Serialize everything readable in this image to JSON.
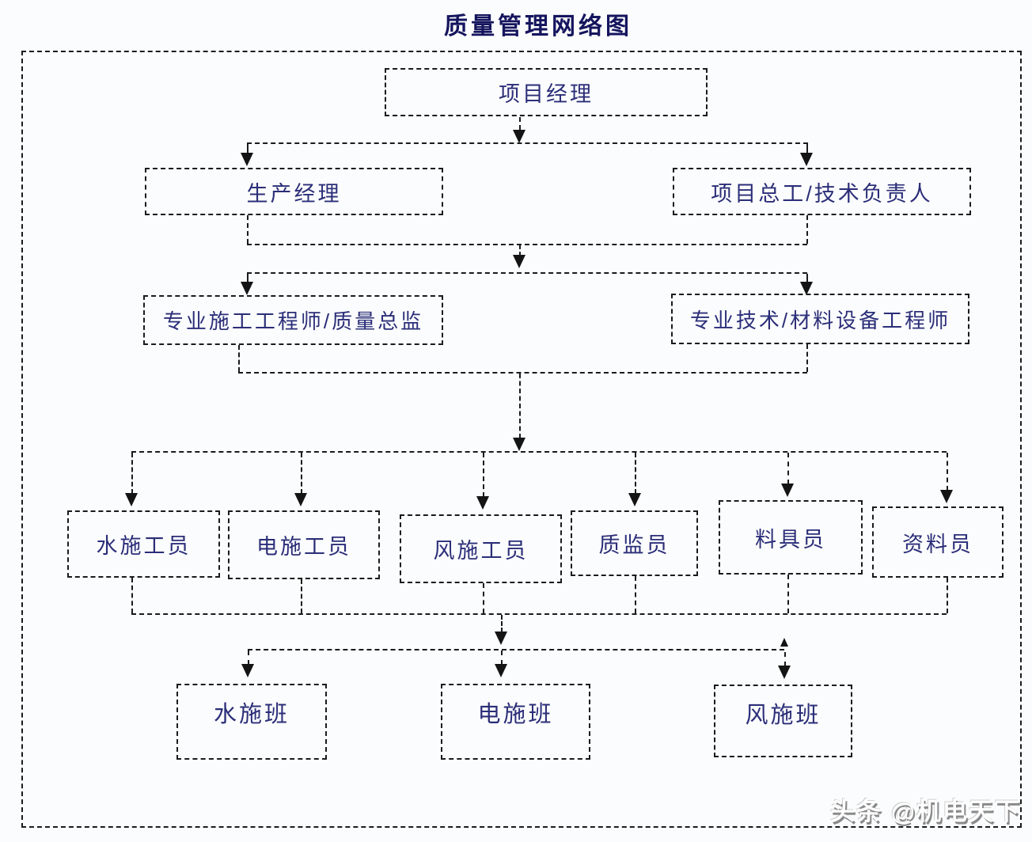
{
  "title": {
    "text": "质量管理网络图"
  },
  "nodes": [
    {
      "id": "project-manager",
      "label": "项目经理"
    },
    {
      "id": "production-manager",
      "label": "生产经理"
    },
    {
      "id": "chief-engineer-technical-director",
      "label": "项目总工/技术负责人"
    },
    {
      "id": "construction-engineer-quality-director",
      "label": "专业施工工程师/质量总监"
    },
    {
      "id": "technical-material-equipment-engineer",
      "label": "专业技术/材料设备工程师"
    },
    {
      "id": "water-constructor",
      "label": "水施工员"
    },
    {
      "id": "electric-constructor",
      "label": "电施工员"
    },
    {
      "id": "hvac-constructor",
      "label": "风施工员"
    },
    {
      "id": "quality-inspector",
      "label": "质监员"
    },
    {
      "id": "material-tool-clerk",
      "label": "料具员"
    },
    {
      "id": "document-clerk",
      "label": "资料员"
    },
    {
      "id": "water-crew",
      "label": "水施班"
    },
    {
      "id": "electric-crew",
      "label": "电施班"
    },
    {
      "id": "hvac-crew",
      "label": "风施班"
    }
  ],
  "edges": [
    {
      "from": [
        "项目经理"
      ],
      "to": [
        "生产经理",
        "项目总工/技术负责人"
      ]
    },
    {
      "from": [
        "生产经理",
        "项目总工/技术负责人"
      ],
      "to": [
        "专业施工工程师/质量总监",
        "专业技术/材料设备工程师"
      ]
    },
    {
      "from": [
        "专业施工工程师/质量总监",
        "专业技术/材料设备工程师"
      ],
      "to": [
        "水施工员",
        "电施工员",
        "风施工员",
        "质监员",
        "料具员",
        "资料员"
      ]
    },
    {
      "from": [
        "水施工员",
        "电施工员",
        "风施工员",
        "质监员",
        "料具员",
        "资料员"
      ],
      "to": [
        "水施班",
        "电施班",
        "风施班"
      ]
    }
  ],
  "watermark": {
    "text": "头条 @机电天下"
  },
  "colors": {
    "background": "#fbfcfd",
    "title_text": "#15155e",
    "node_text": "#2b2e78",
    "line": "#1b1b1b",
    "watermark_fill": "#ffffff",
    "watermark_shadow": "#8a8a8a"
  }
}
